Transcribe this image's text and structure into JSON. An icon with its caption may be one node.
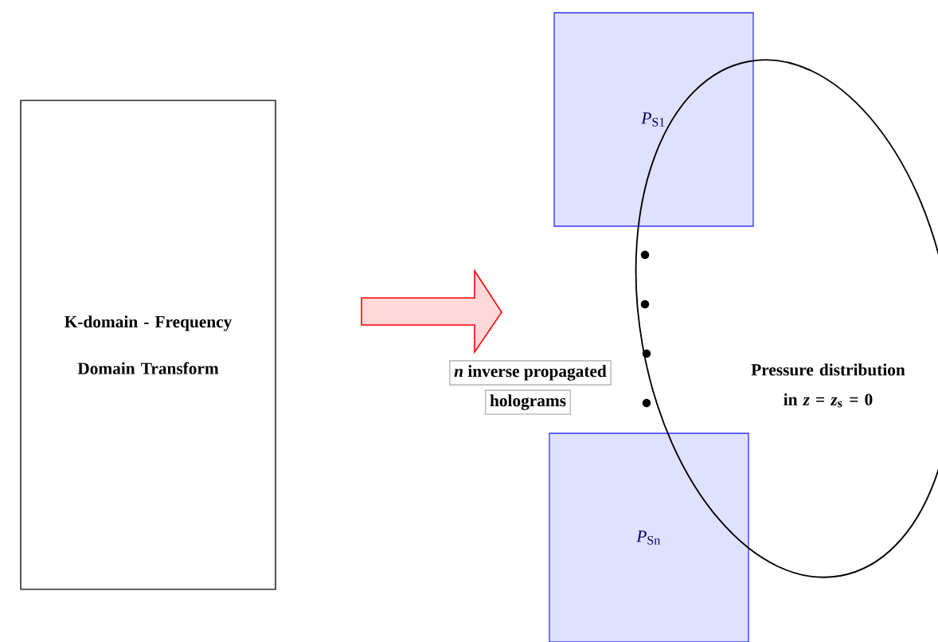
{
  "diagram": {
    "nodes": [
      {
        "text": [
          "K-domain - Frequency Domain Transform"
        ]
      },
      {
        "text": [
          "*P*$_{S1}$"
        ]
      },
      {
        "text": [
          "*n* inverse propagated"
        ]
      },
      {
        "text": [
          "holograms"
        ]
      },
      {
        "text": [
          "*P*$_{Sn}$"
        ]
      },
      {
        "text": [
          "Pressure distribution in *z* = *z*$_{s}$ = 0"
        ]
      }
    ]
  }
}
